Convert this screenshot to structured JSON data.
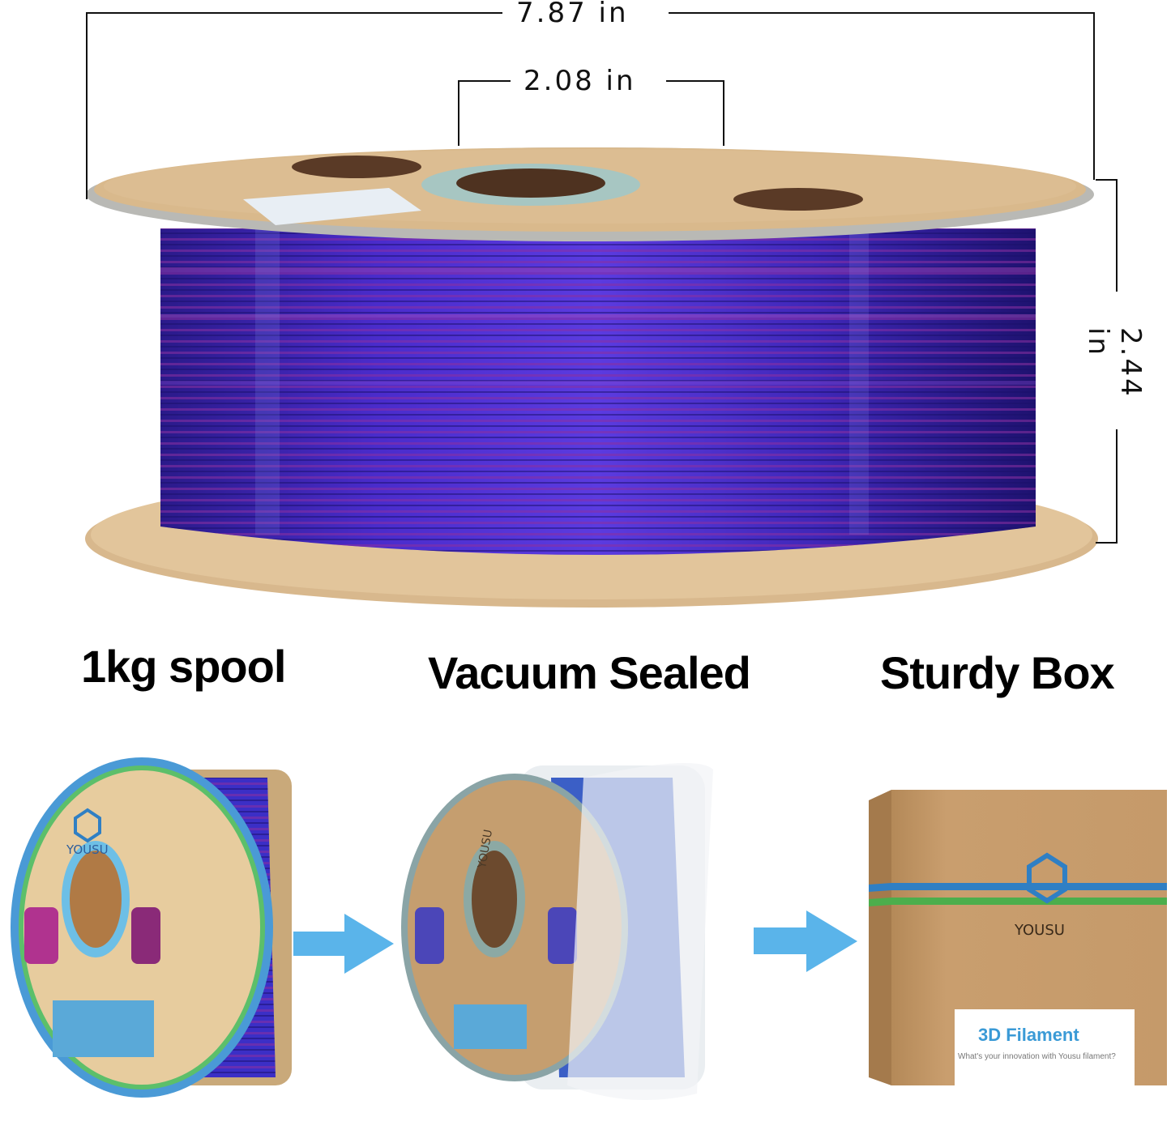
{
  "dimensions": {
    "outer_width": "7.87 in",
    "hub_width": "2.08 in",
    "height": "2.44 in"
  },
  "captions": {
    "spool": "1kg spool",
    "vacuum": "Vacuum Sealed",
    "box": "Sturdy Box"
  },
  "brand": {
    "name": "YOUSU"
  },
  "box_label": {
    "title": "3D Filament",
    "tagline": "What's your innovation with Yousu filament?"
  },
  "colors": {
    "filament_blue": "#3a2fb8",
    "filament_purple": "#7a2a9a",
    "cardboard": "#d9b98c",
    "arrow": "#5ab4ea",
    "box_stripe_blue": "#2f7fc4",
    "box_stripe_green": "#4cae4c"
  }
}
